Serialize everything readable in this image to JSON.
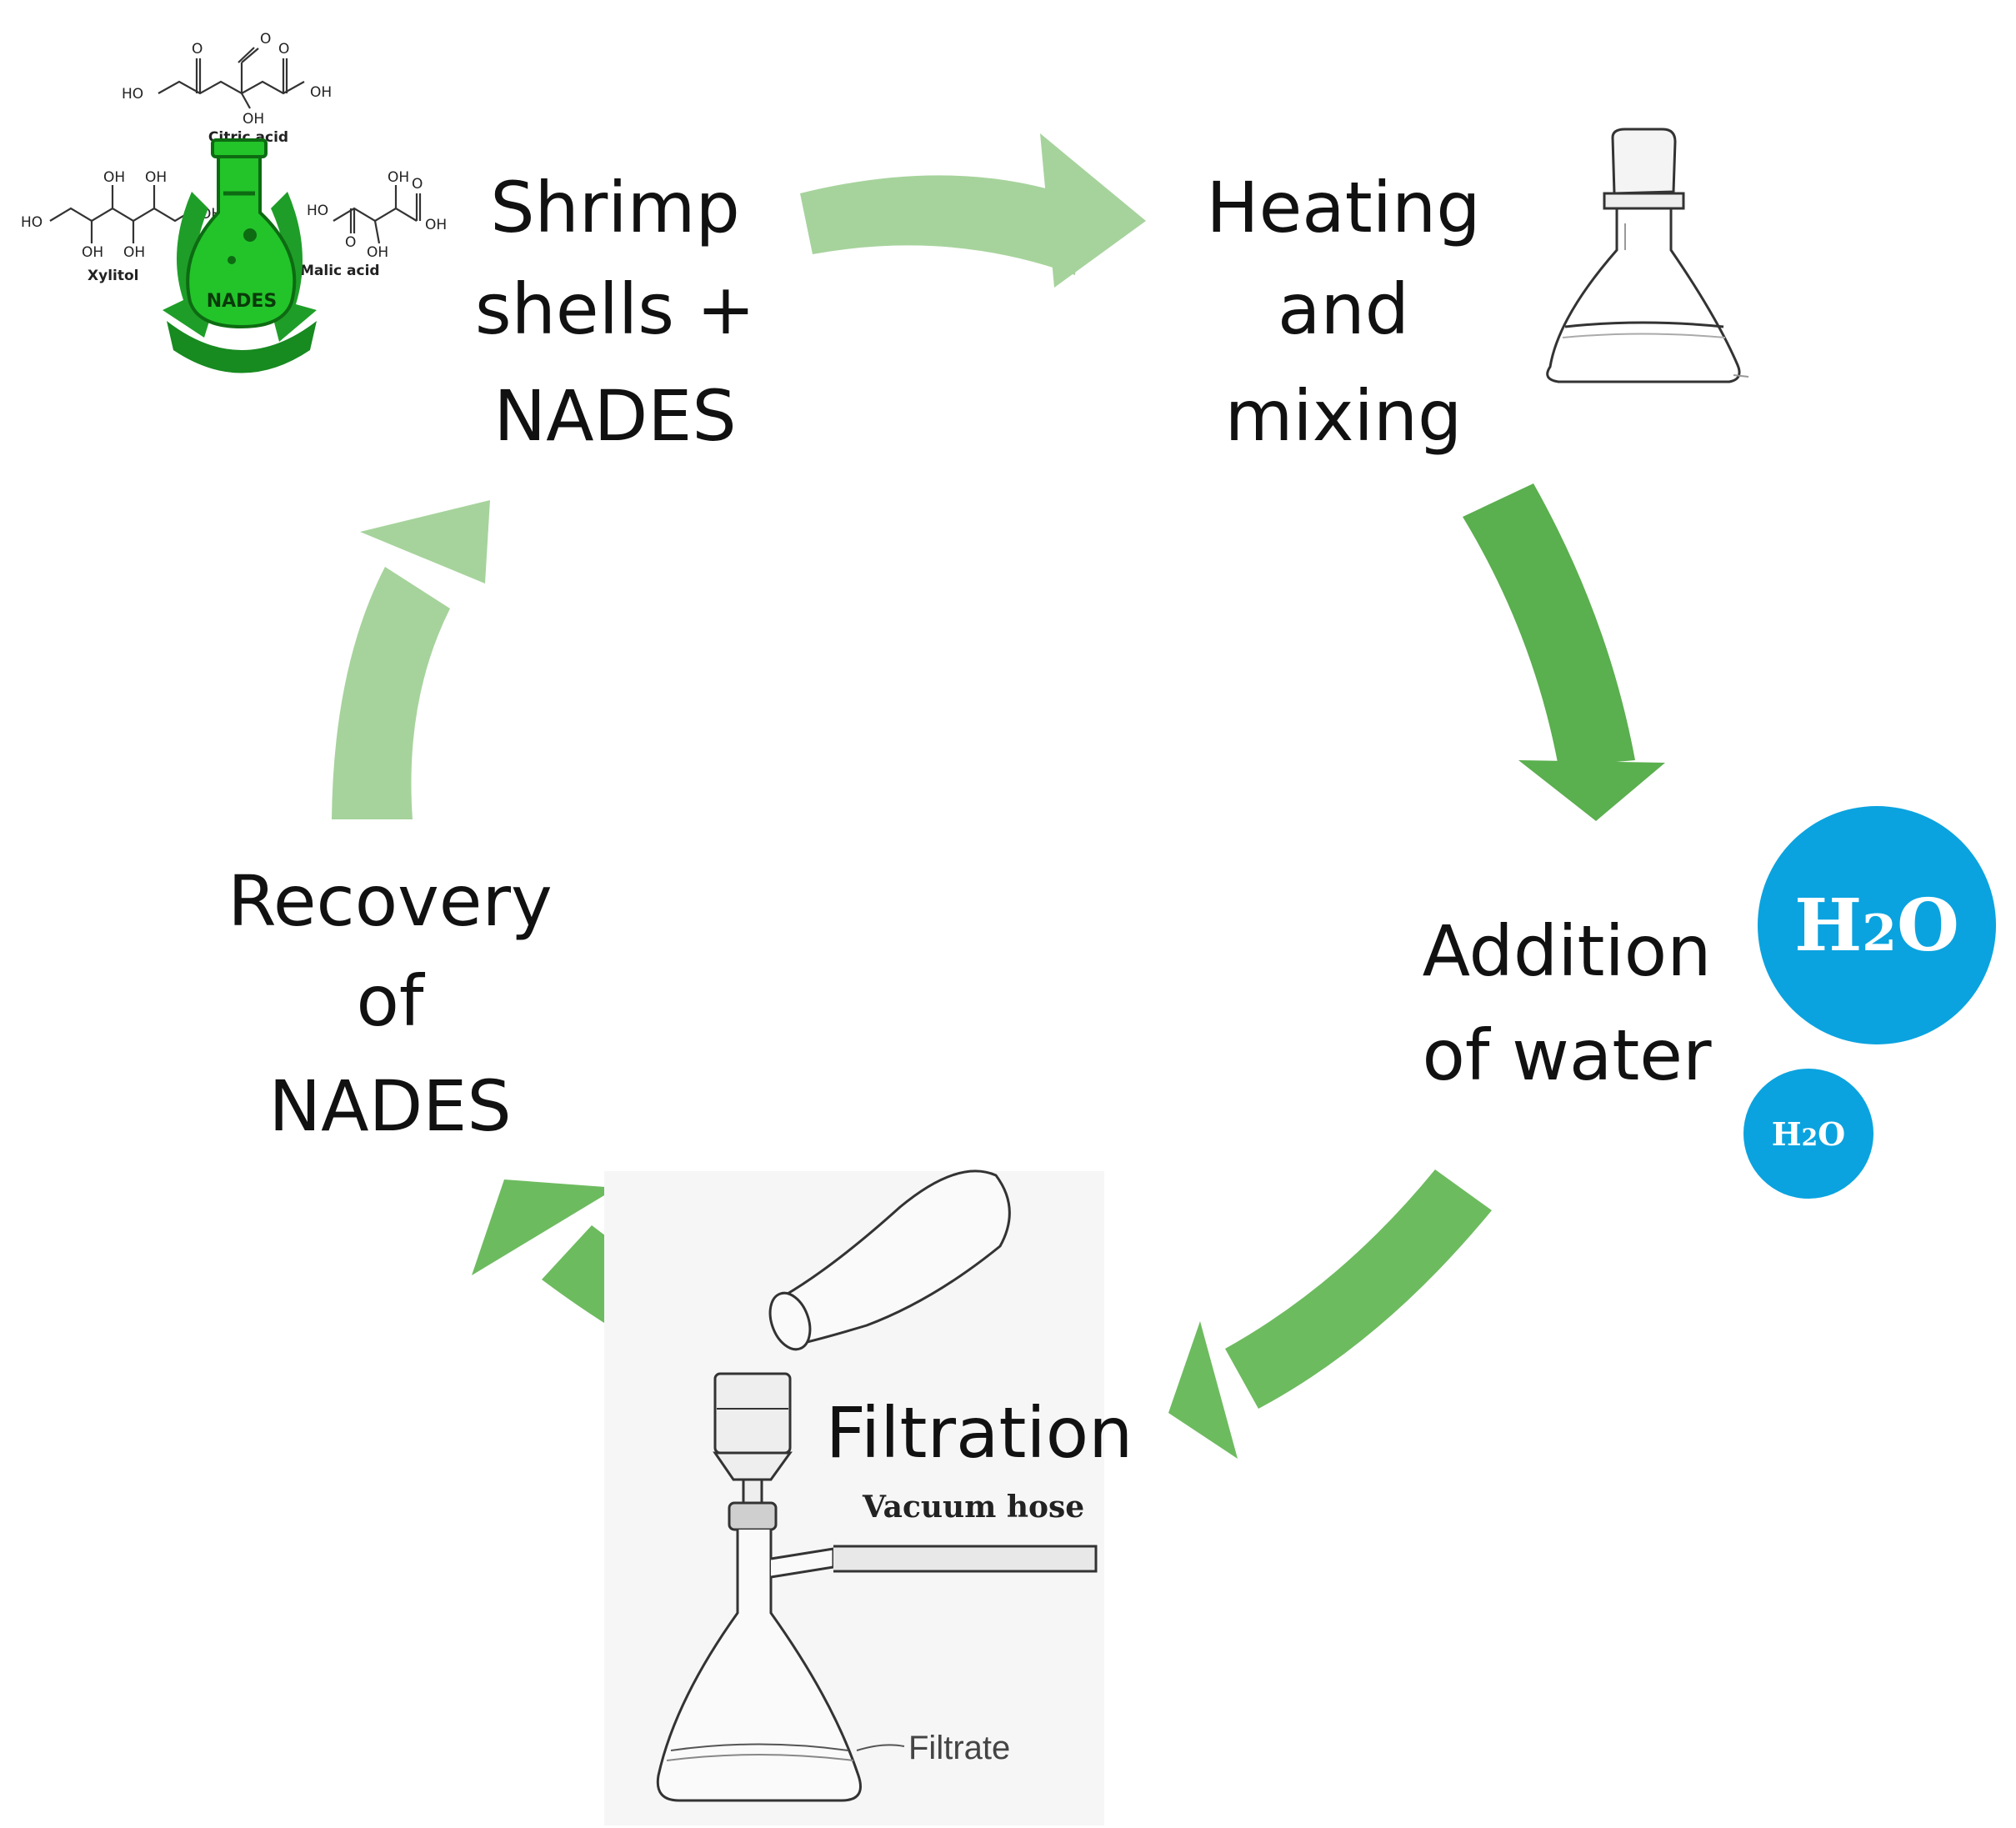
{
  "steps": {
    "shrimp": [
      "Shrimp",
      "shells +",
      "NADES"
    ],
    "heating": [
      "Heating",
      "and",
      "mixing"
    ],
    "water": [
      "Addition",
      "of water"
    ],
    "filtration": [
      "Filtration"
    ],
    "recovery": [
      "Recovery",
      "of",
      "NADES"
    ]
  },
  "chem": {
    "citric": "Citric acid",
    "xylitol": "Xylitol",
    "malic": "Malic acid",
    "nades": "NADES",
    "ho": "HO",
    "oh": "OH",
    "o": "O"
  },
  "h2o": {
    "h": "H",
    "sub": "2",
    "o": "O"
  },
  "filtration_labels": {
    "vacuum": "Vacuum hose",
    "filtrate": "Filtrate"
  },
  "colors": {
    "arrow_light": "#a6d39c",
    "arrow_mid": "#6dbb5f",
    "arrow_dark": "#5aaf4e",
    "water_blue": "#0aa3df",
    "nades_green": "#22c42a"
  }
}
